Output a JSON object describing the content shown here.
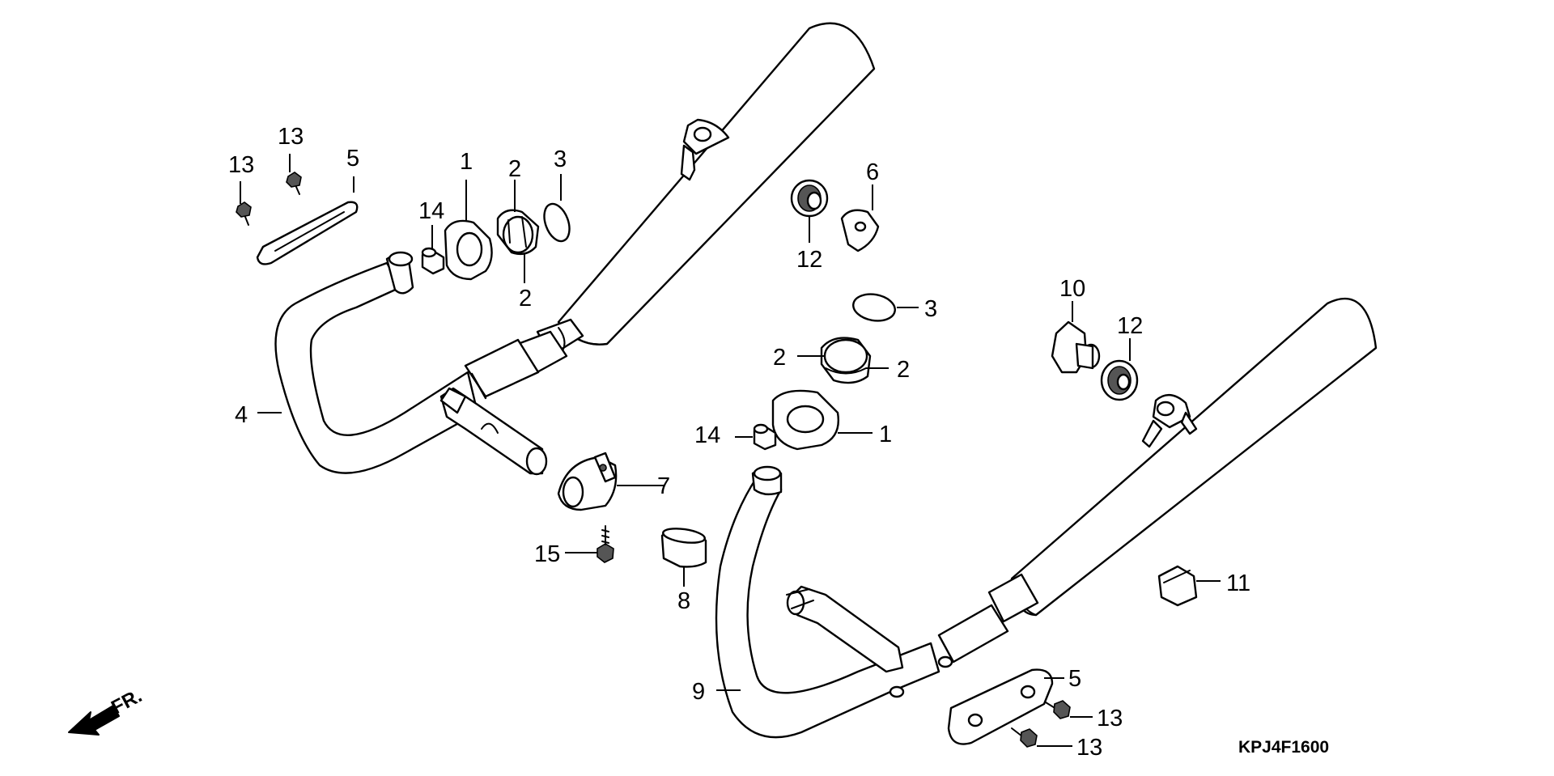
{
  "diagram": {
    "code": "KPJ4F1600",
    "front_indicator": "FR.",
    "labels": {
      "l1a": "1",
      "l1b": "1",
      "l2a": "2",
      "l2b": "2",
      "l2c": "2",
      "l2d": "2",
      "l3a": "3",
      "l3b": "3",
      "l4": "4",
      "l5a": "5",
      "l5b": "5",
      "l6": "6",
      "l7": "7",
      "l8": "8",
      "l9": "9",
      "l10": "10",
      "l11": "11",
      "l12a": "12",
      "l12b": "12",
      "l13a": "13",
      "l13b": "13",
      "l13c": "13",
      "l13d": "13",
      "l14a": "14",
      "l14b": "14",
      "l15": "15"
    }
  }
}
